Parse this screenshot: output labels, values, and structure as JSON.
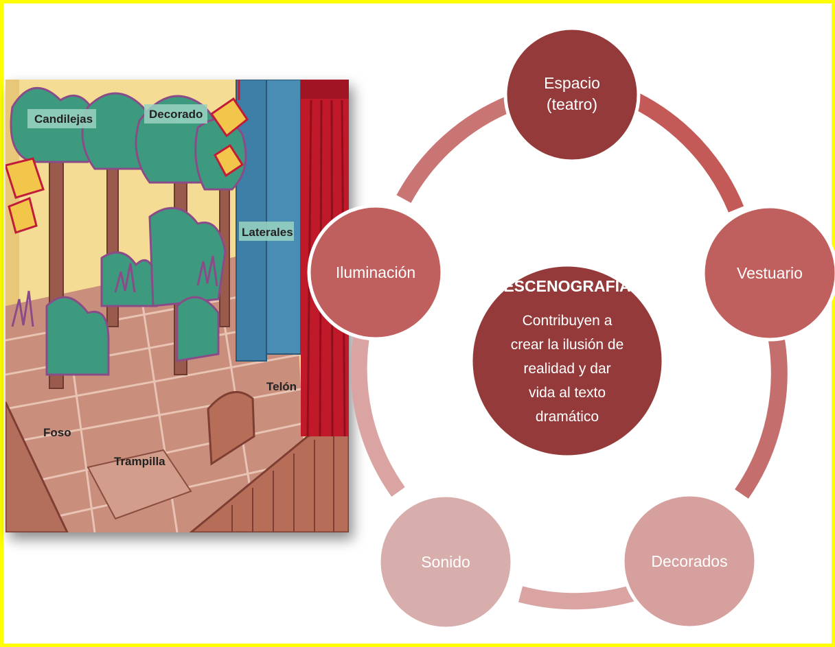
{
  "stage": {
    "labels": {
      "candilejas": "Candilejas",
      "decorado": "Decorado",
      "laterales": "Laterales",
      "telon": "Telón",
      "foso": "Foso",
      "trampilla": "Trampilla"
    }
  },
  "diagram": {
    "center": {
      "title": "ESCENOGRAFÍA",
      "lines": [
        "Contribuyen a",
        "crear la ilusión de",
        "realidad y dar",
        "vida al texto",
        "dramático"
      ]
    },
    "nodes": {
      "espacio": [
        "Espacio",
        "(teatro)"
      ],
      "vestuario": [
        "Vestuario"
      ],
      "decorados": [
        "Decorados"
      ],
      "sonido": [
        "Sonido"
      ],
      "iluminacion": [
        "Iluminación"
      ]
    }
  },
  "colors": {
    "frame": "#ffff00",
    "center": "#953a3a",
    "espacio": "#953a3a",
    "vestuario": "#c0605e",
    "decorados": "#d6a09e",
    "sonido": "#d8aeac",
    "iluminacion": "#c0605e",
    "ring": "#d9a4a2"
  }
}
